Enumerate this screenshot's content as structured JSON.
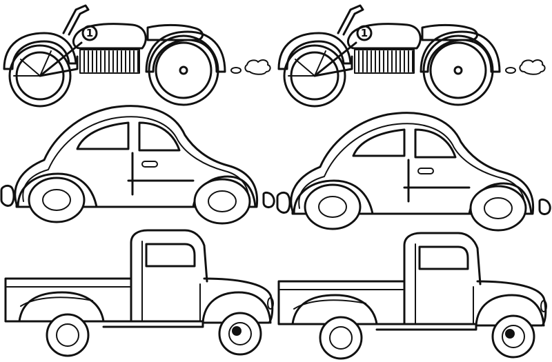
{
  "artwork": {
    "style": "black outline coloring page",
    "colors": {
      "line": "#111111",
      "background": "#ffffff"
    }
  },
  "rows": [
    {
      "vehicle": "motorcycle",
      "copies": 2,
      "tank_number": "1"
    },
    {
      "vehicle": "beetle-car",
      "copies": 2
    },
    {
      "vehicle": "pickup-truck",
      "copies": 2
    }
  ]
}
